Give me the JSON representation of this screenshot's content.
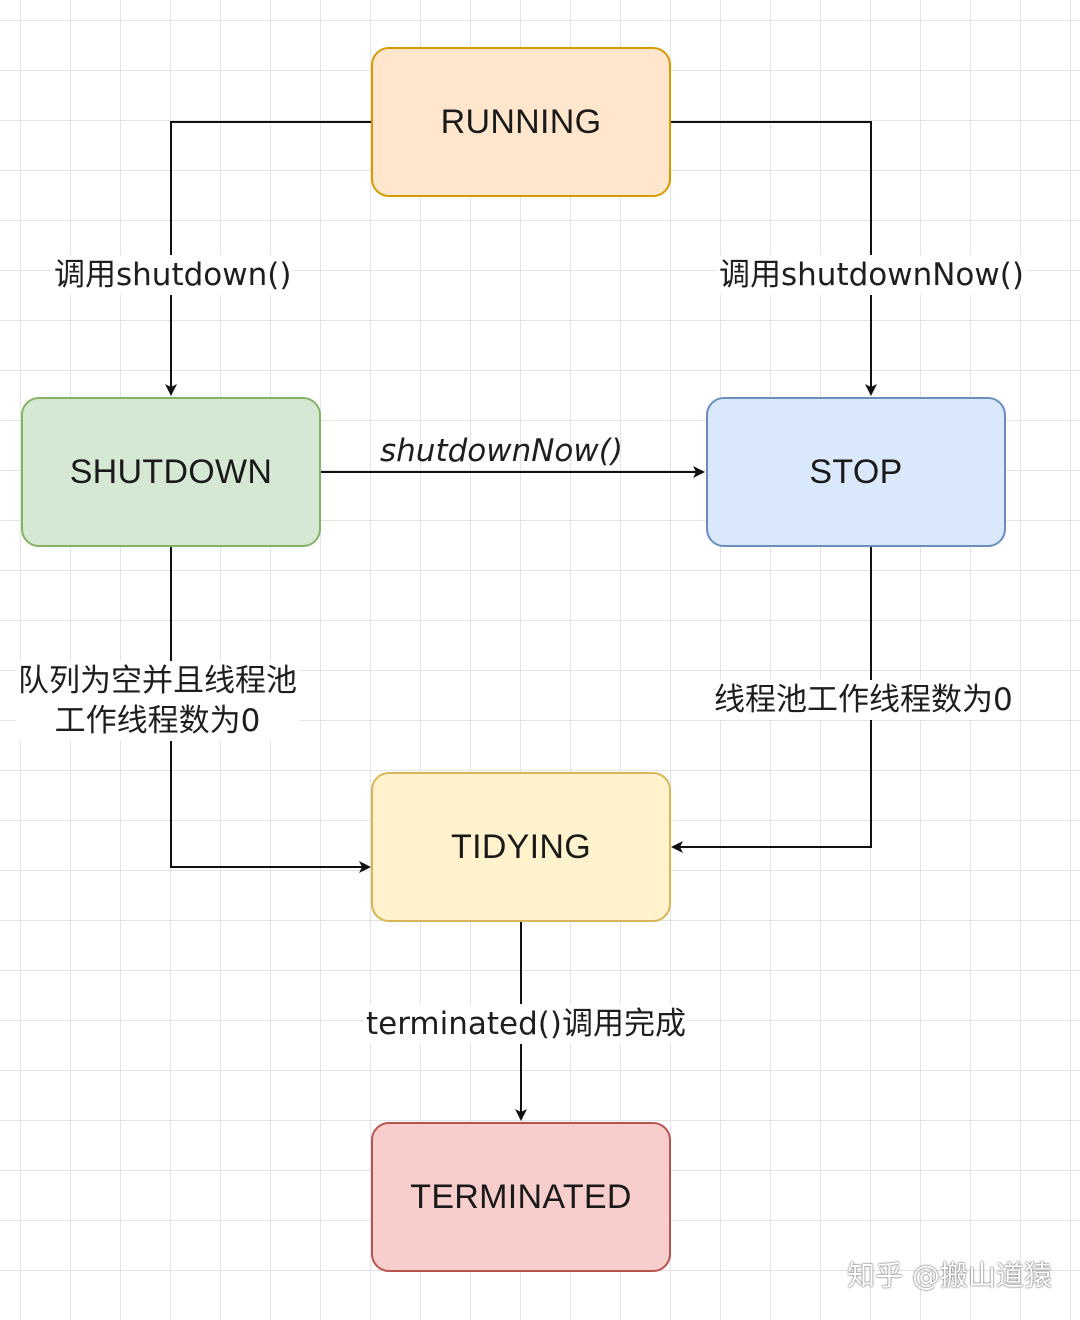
{
  "nodes": {
    "running": {
      "label": "RUNNING",
      "fill": "#ffe6cc",
      "stroke": "#d79b00"
    },
    "shutdown": {
      "label": "SHUTDOWN",
      "fill": "#d5e8d4",
      "stroke": "#82b366"
    },
    "stop": {
      "label": "STOP",
      "fill": "#dae8fc",
      "stroke": "#6c8ebf"
    },
    "tidying": {
      "label": "TIDYING",
      "fill": "#fff2cc",
      "stroke": "#d6b656"
    },
    "terminated": {
      "label": "TERMINATED",
      "fill": "#f8cecc",
      "stroke": "#b85450"
    }
  },
  "edges": {
    "running_to_shutdown": "调用shutdown()",
    "running_to_stop": "调用shutdownNow()",
    "shutdown_to_stop": "shutdownNow()",
    "shutdown_to_tidying": "队列为空并且线程池\n工作线程数为0",
    "stop_to_tidying": "线程池工作线程数为0",
    "tidying_to_terminated": "terminated()调用完成"
  },
  "watermark": "知乎 @搬山道猿"
}
